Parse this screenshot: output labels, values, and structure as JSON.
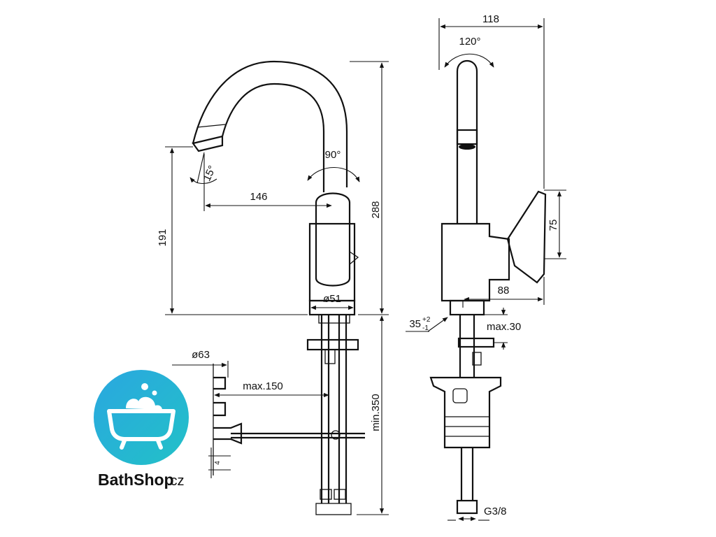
{
  "logo": {
    "name": "BathShop",
    "suffix": ".cz",
    "colors": {
      "badge_from": "#2aa7e0",
      "badge_to": "#22c1c7",
      "icon": "#ffffff"
    }
  },
  "dimensions": {
    "top_width": "118",
    "swivel_top": "120°",
    "swivel_front": "90°",
    "spout_angle": "15°",
    "spout_reach": "146",
    "outlet_height": "191",
    "total_height": "288",
    "handle_height": "75",
    "handle_reach": "88",
    "base_diameter": "ø51",
    "deck_thickness_main": "35",
    "deck_tolerance_plus": "+2",
    "deck_tolerance_minus": "-1",
    "deck_max": "max.30",
    "waste_diameter": "ø63",
    "pull_rod_max": "max.150",
    "hose_length": "min.350",
    "small_dim": "4",
    "connection": "G3/8"
  }
}
